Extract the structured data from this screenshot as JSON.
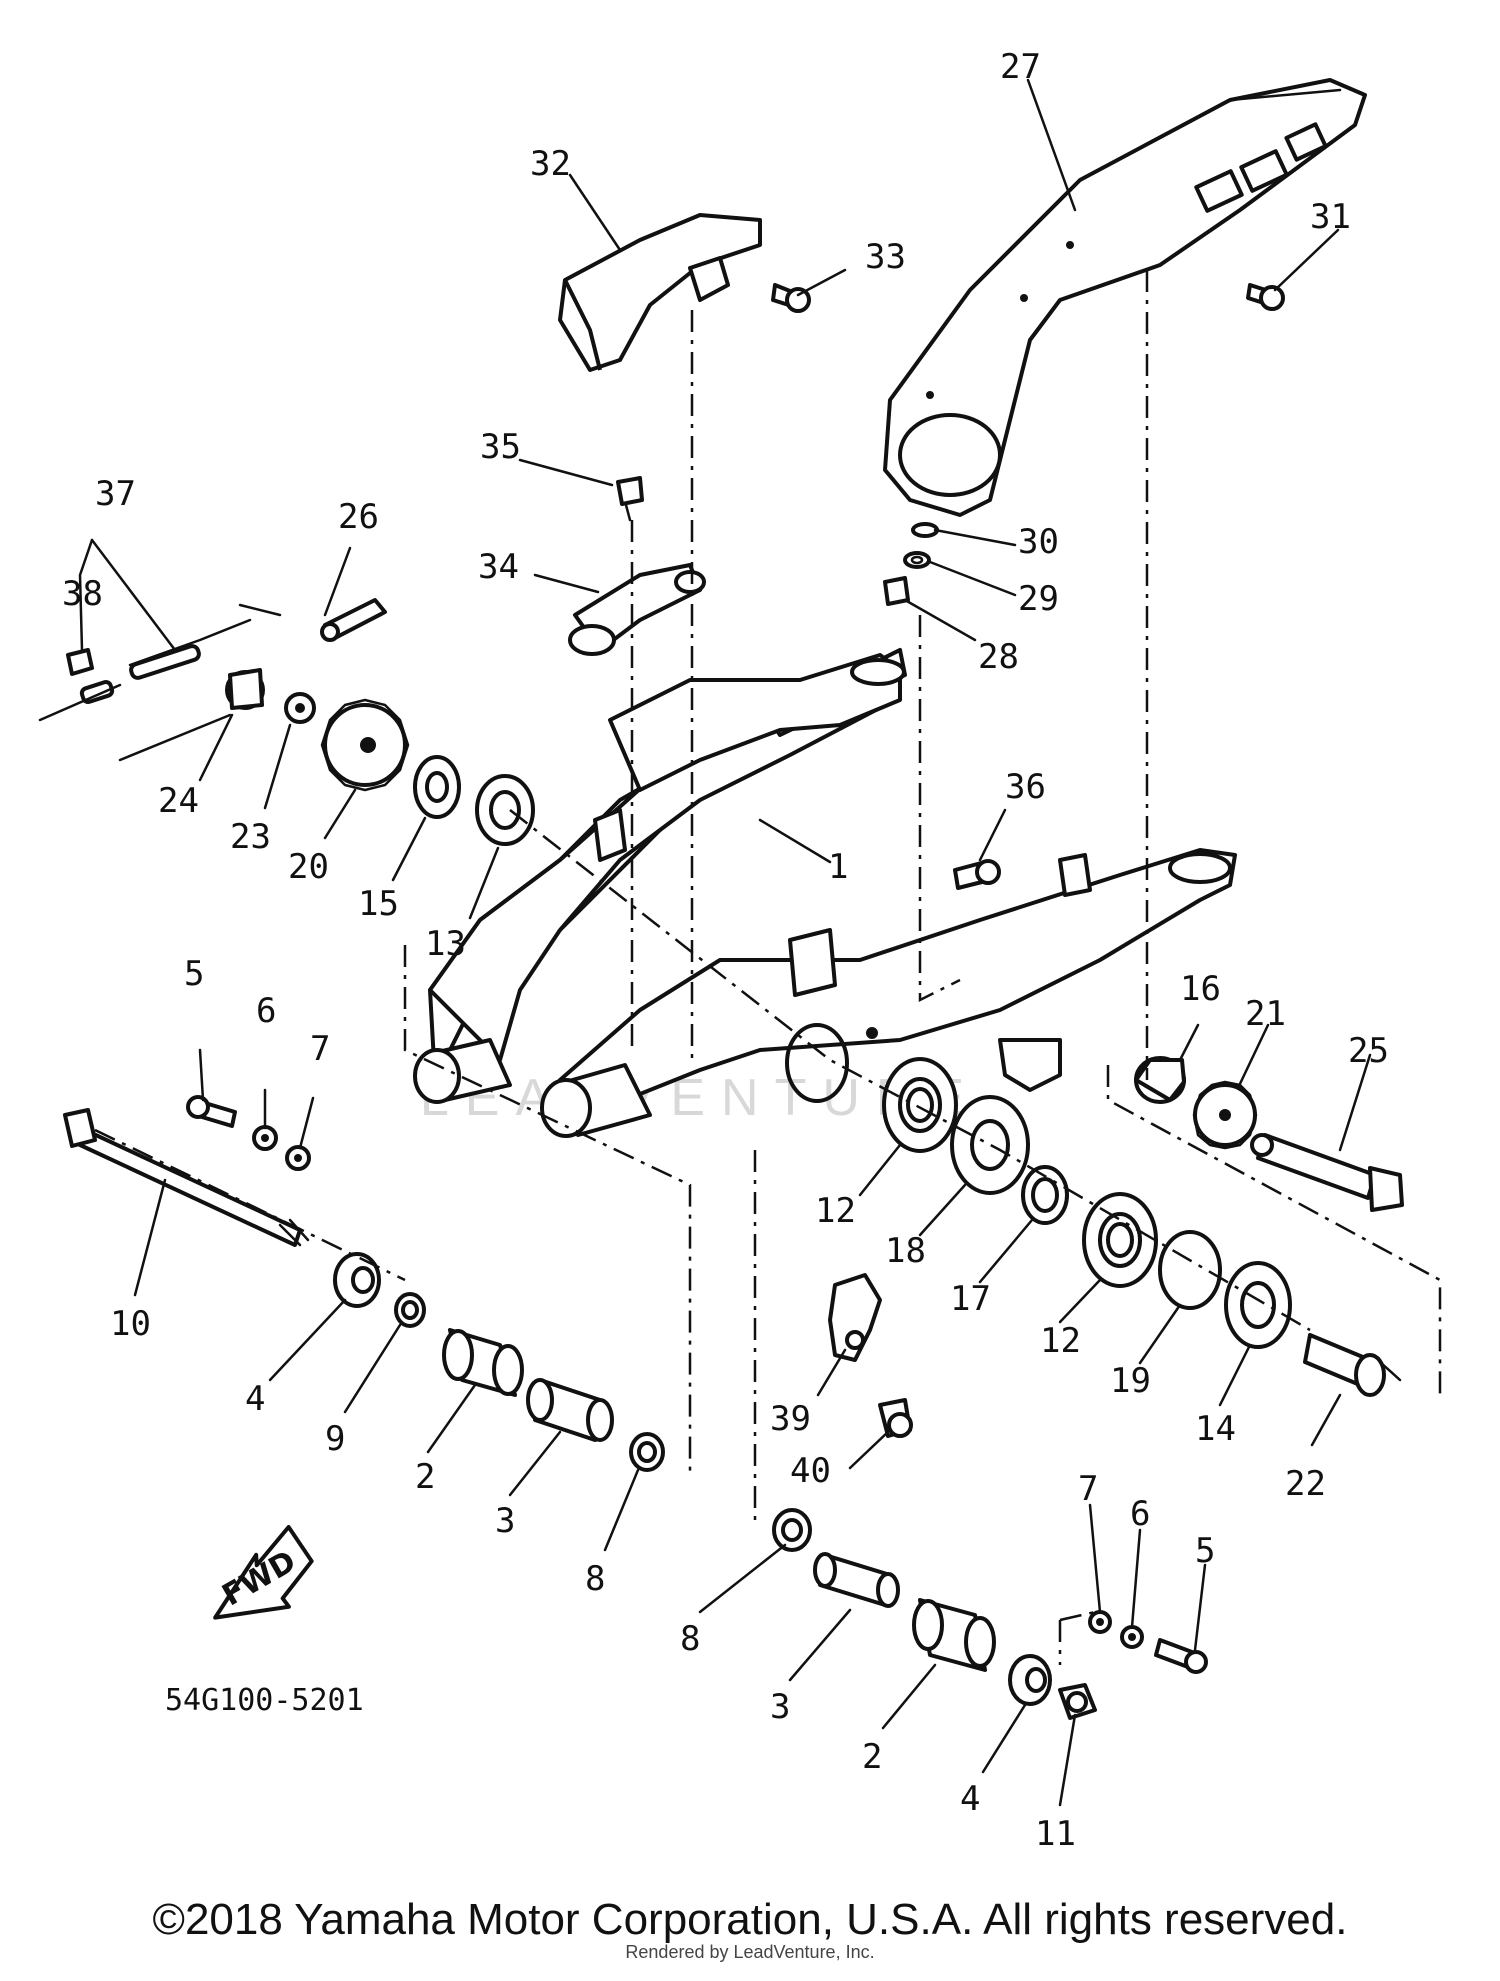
{
  "diagram": {
    "callouts": {
      "c1": "1",
      "c2a": "2",
      "c2b": "2",
      "c3a": "3",
      "c3b": "3",
      "c4a": "4",
      "c4b": "4",
      "c5a": "5",
      "c5b": "5",
      "c6a": "6",
      "c6b": "6",
      "c7a": "7",
      "c7b": "7",
      "c8a": "8",
      "c8b": "8",
      "c9": "9",
      "c10": "10",
      "c11": "11",
      "c12a": "12",
      "c12b": "12",
      "c13": "13",
      "c14": "14",
      "c15": "15",
      "c16": "16",
      "c17": "17",
      "c18": "18",
      "c19": "19",
      "c20": "20",
      "c21": "21",
      "c22": "22",
      "c23": "23",
      "c24": "24",
      "c25": "25",
      "c26": "26",
      "c27": "27",
      "c28": "28",
      "c29": "29",
      "c30": "30",
      "c31": "31",
      "c32": "32",
      "c33": "33",
      "c34": "34",
      "c35": "35",
      "c36": "36",
      "c37": "37",
      "c38": "38",
      "c39": "39",
      "c40": "40"
    },
    "fwd_label": "FWD",
    "part_code": "54G100-5201",
    "watermark": "LEADVENTURE"
  },
  "footer": {
    "copyright": "©2018 Yamaha Motor Corporation, U.S.A. All rights reserved.",
    "rendered_by": "Rendered by LeadVenture, Inc."
  }
}
